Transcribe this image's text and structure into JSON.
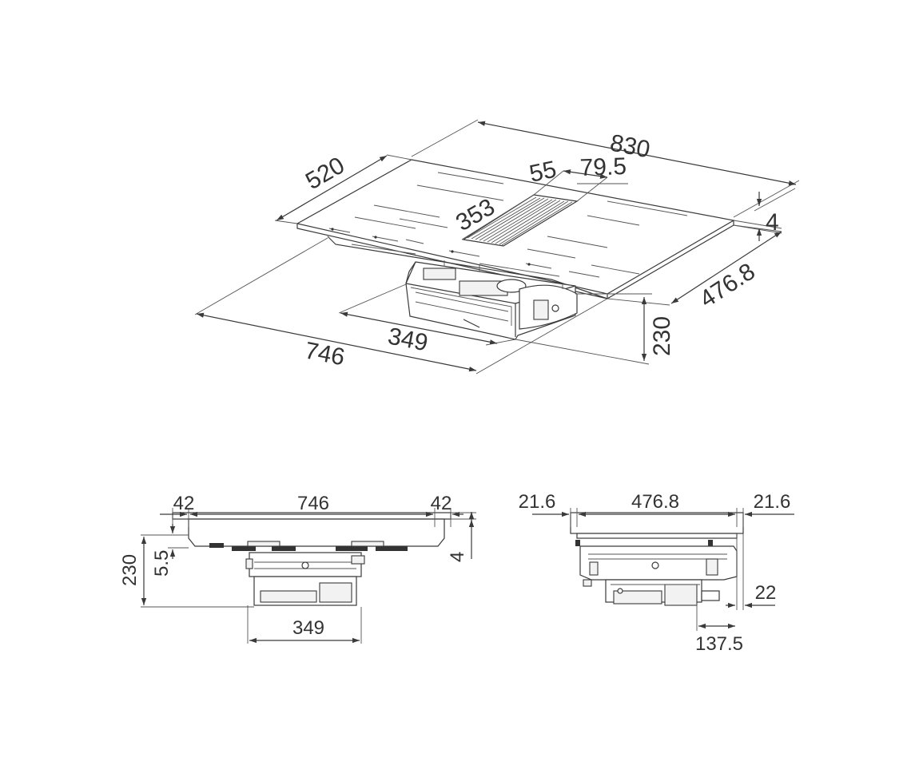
{
  "iso_view": {
    "dimensions": {
      "overall_width": "830",
      "overall_depth": "520",
      "extractor_width": "55",
      "extractor_offset": "79.5",
      "extractor_length": "353",
      "glass_thickness": "4",
      "cutout_depth": "476.8",
      "height": "230",
      "cutout_width": "746",
      "motor_width": "349"
    }
  },
  "front_view": {
    "dimensions": {
      "left_overhang": "42",
      "cutout_width": "746",
      "right_overhang": "42",
      "height": "230",
      "frame_height": "5.5",
      "glass_thickness": "4",
      "motor_width": "349"
    }
  },
  "side_view": {
    "dimensions": {
      "left_overhang": "21.6",
      "cutout_depth": "476.8",
      "right_overhang": "21.6",
      "rear_offset": "22",
      "motor_offset": "137.5"
    }
  }
}
